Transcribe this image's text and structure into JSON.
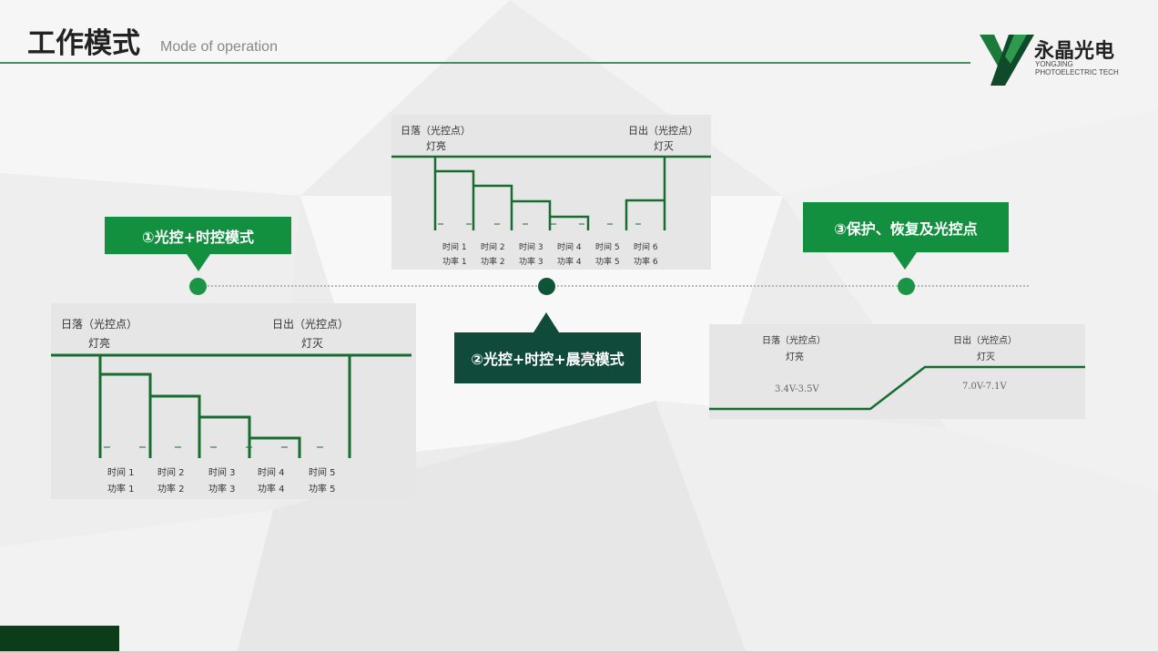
{
  "header": {
    "title_zh": "工作模式",
    "title_en": "Mode of operation"
  },
  "logo": {
    "icon": "yj-logo-mark",
    "name": "永晶光电",
    "en_line1": "YONGJING",
    "en_line2": "PHOTOELECTRIC TECH"
  },
  "modes": [
    {
      "label": "①光控+时控模式"
    },
    {
      "label": "②光控+时控+晨亮模式"
    },
    {
      "label": "③保护、恢复及光控点"
    }
  ],
  "diagram1": {
    "sunset_label": "日落（光控点）",
    "light_on": "灯亮",
    "sunrise_label": "日出（光控点）",
    "light_off": "灯灭",
    "segments": [
      {
        "time": "时间 1",
        "power": "功率 1"
      },
      {
        "time": "时间 2",
        "power": "功率 2"
      },
      {
        "time": "时间 3",
        "power": "功率 3"
      },
      {
        "time": "时间 4",
        "power": "功率 4"
      },
      {
        "time": "时间 5",
        "power": "功率 5"
      }
    ]
  },
  "diagram2": {
    "sunset_label": "日落（光控点）",
    "light_on": "灯亮",
    "sunrise_label": "日出（光控点）",
    "light_off": "灯灭",
    "segments": [
      {
        "time": "时间 1",
        "power": "功率 1"
      },
      {
        "time": "时间 2",
        "power": "功率 2"
      },
      {
        "time": "时间 3",
        "power": "功率 3"
      },
      {
        "time": "时间 4",
        "power": "功率 4"
      },
      {
        "time": "时间 5",
        "power": "功率 5"
      },
      {
        "time": "时间 6",
        "power": "功率 6"
      }
    ]
  },
  "diagram3": {
    "sunset_label": "日落（光控点）",
    "light_on": "灯亮",
    "sunrise_label": "日出（光控点）",
    "light_off": "灯灭",
    "low_voltage": "3.4V-3.5V",
    "high_voltage": "7.0V-7.1V"
  },
  "colors": {
    "accent_green": "#13903f",
    "dark_green": "#0f4a3a",
    "line_green": "#176c30"
  }
}
